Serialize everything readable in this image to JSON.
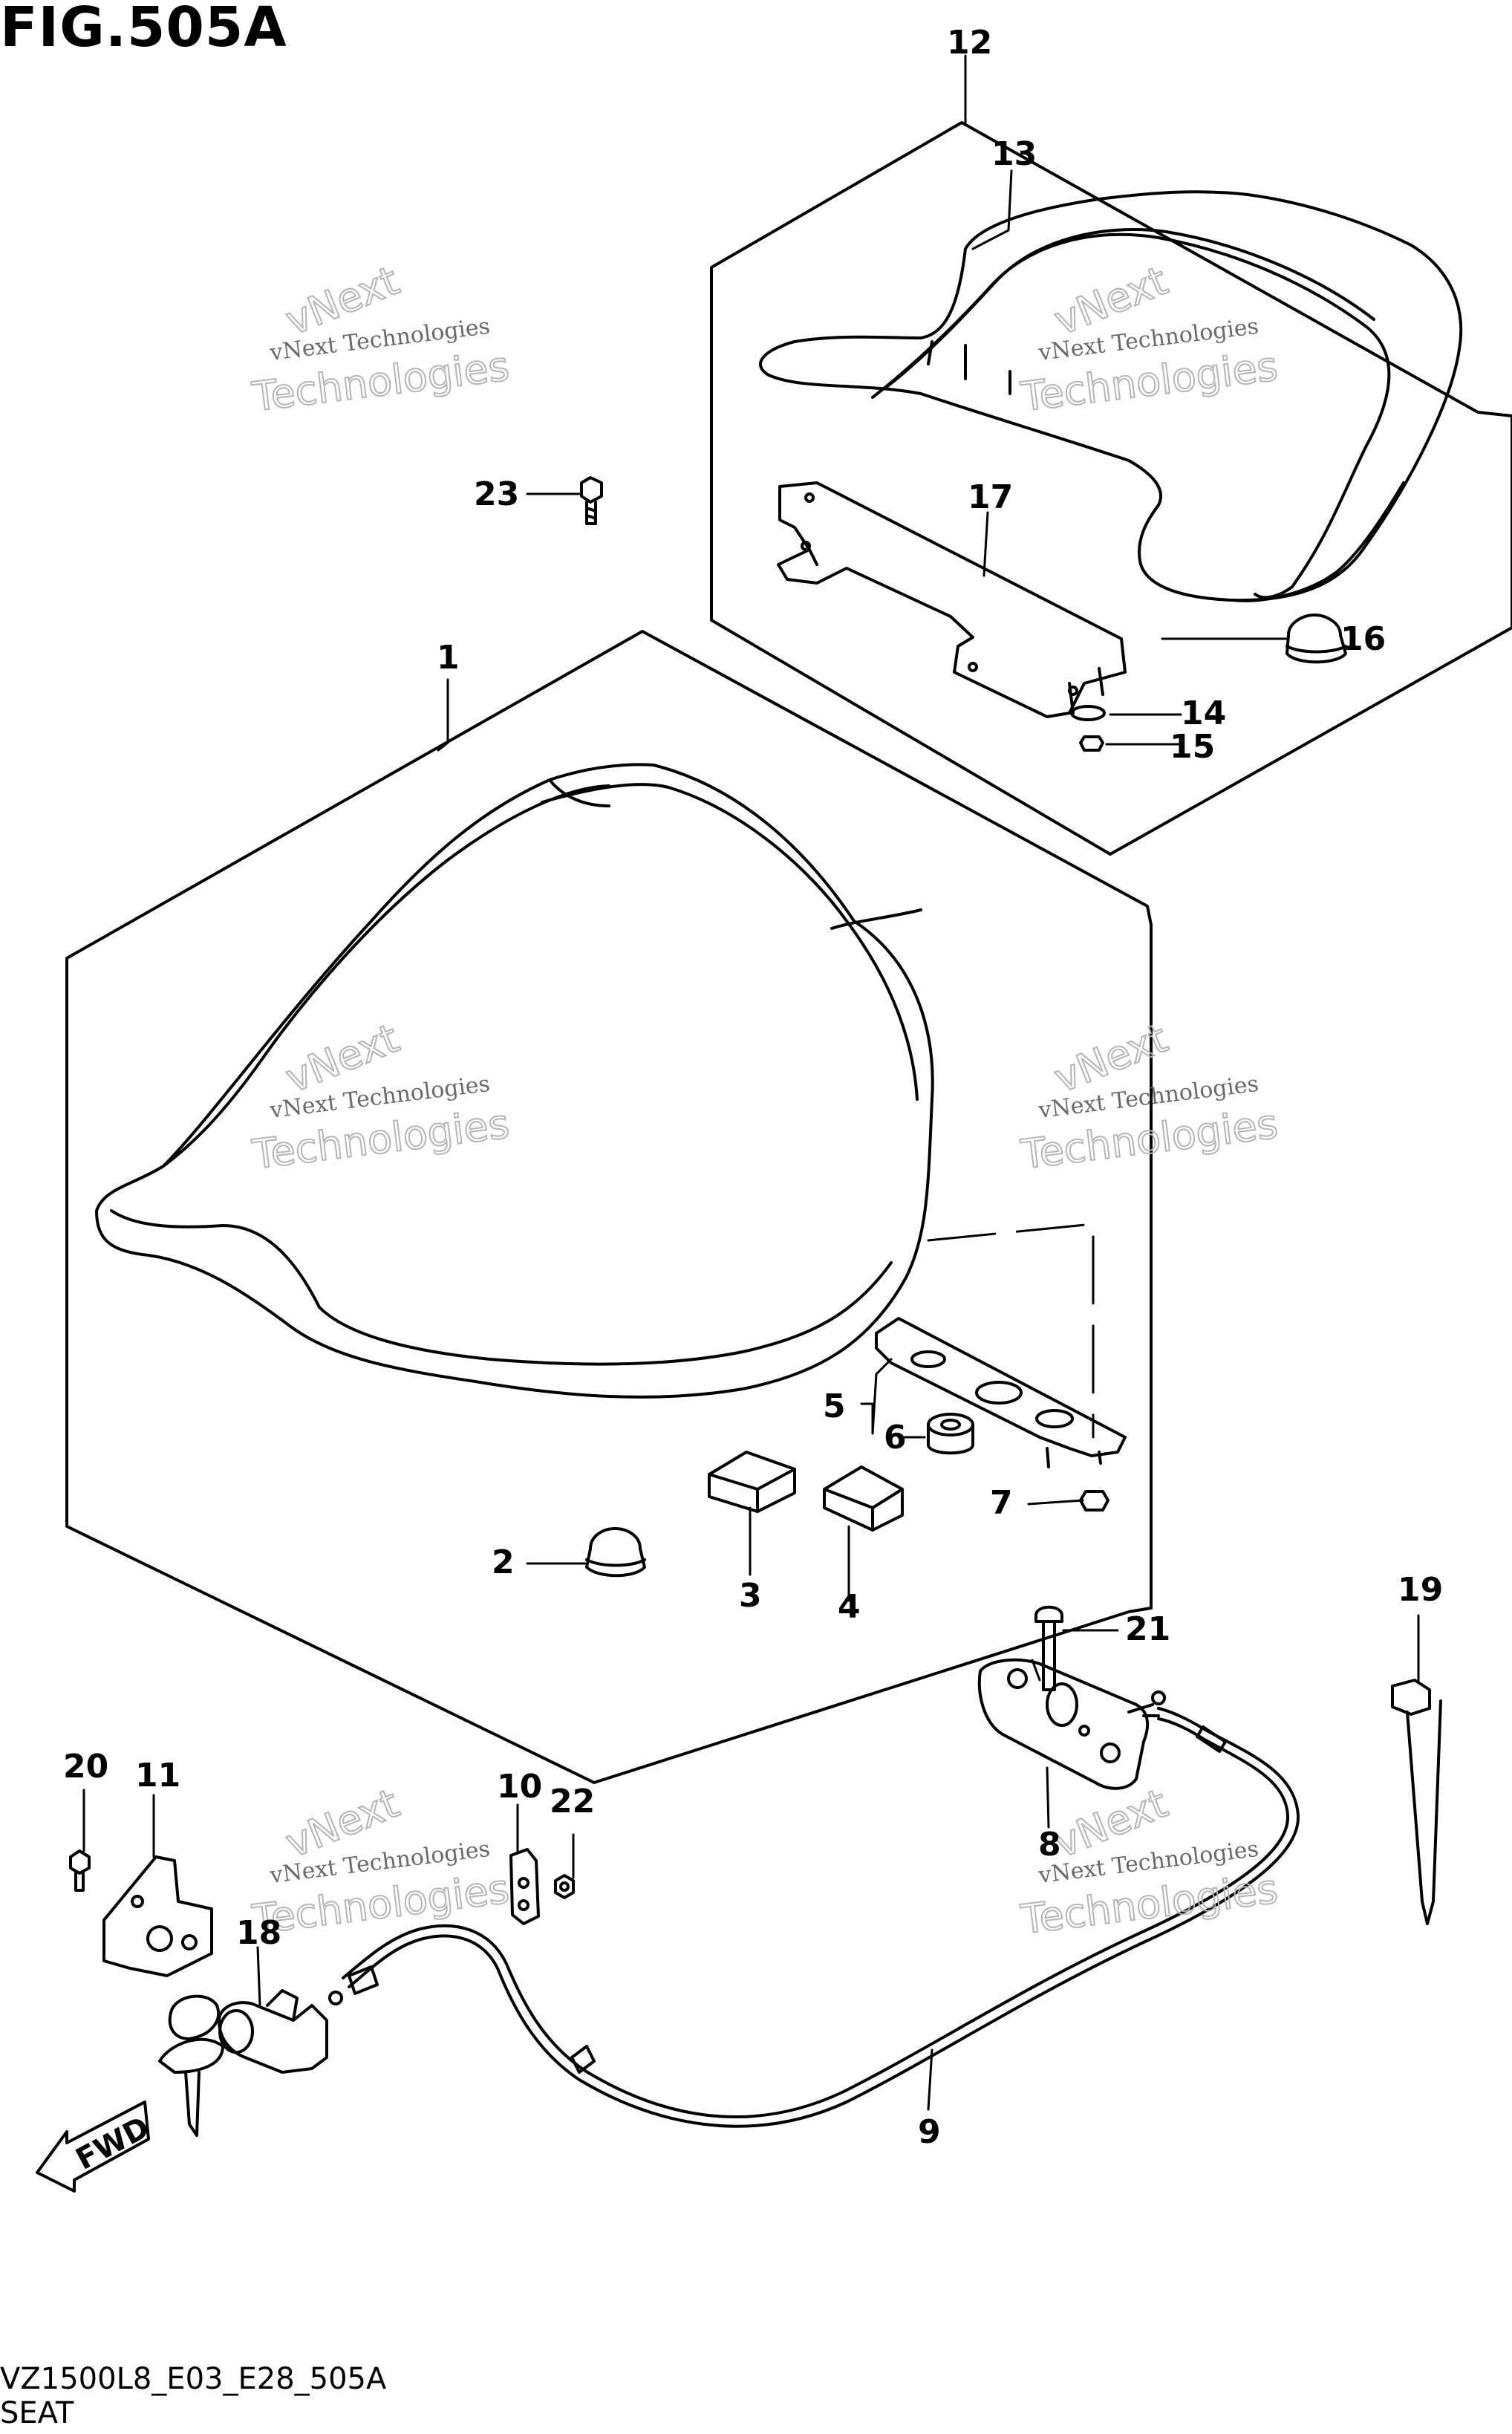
{
  "figure": {
    "title": "FIG.505A",
    "code": "VZ1500L8_E03_E28_505A",
    "name": "SEAT"
  },
  "watermark": {
    "line1": "vNext Technologies",
    "line2": "vNext",
    "line3": "Technologies"
  },
  "direction_label": "FWD",
  "callouts": [
    "1",
    "2",
    "3",
    "4",
    "5",
    "6",
    "7",
    "8",
    "9",
    "10",
    "11",
    "12",
    "13",
    "14",
    "15",
    "16",
    "17",
    "18",
    "19",
    "20",
    "21",
    "22",
    "23"
  ]
}
